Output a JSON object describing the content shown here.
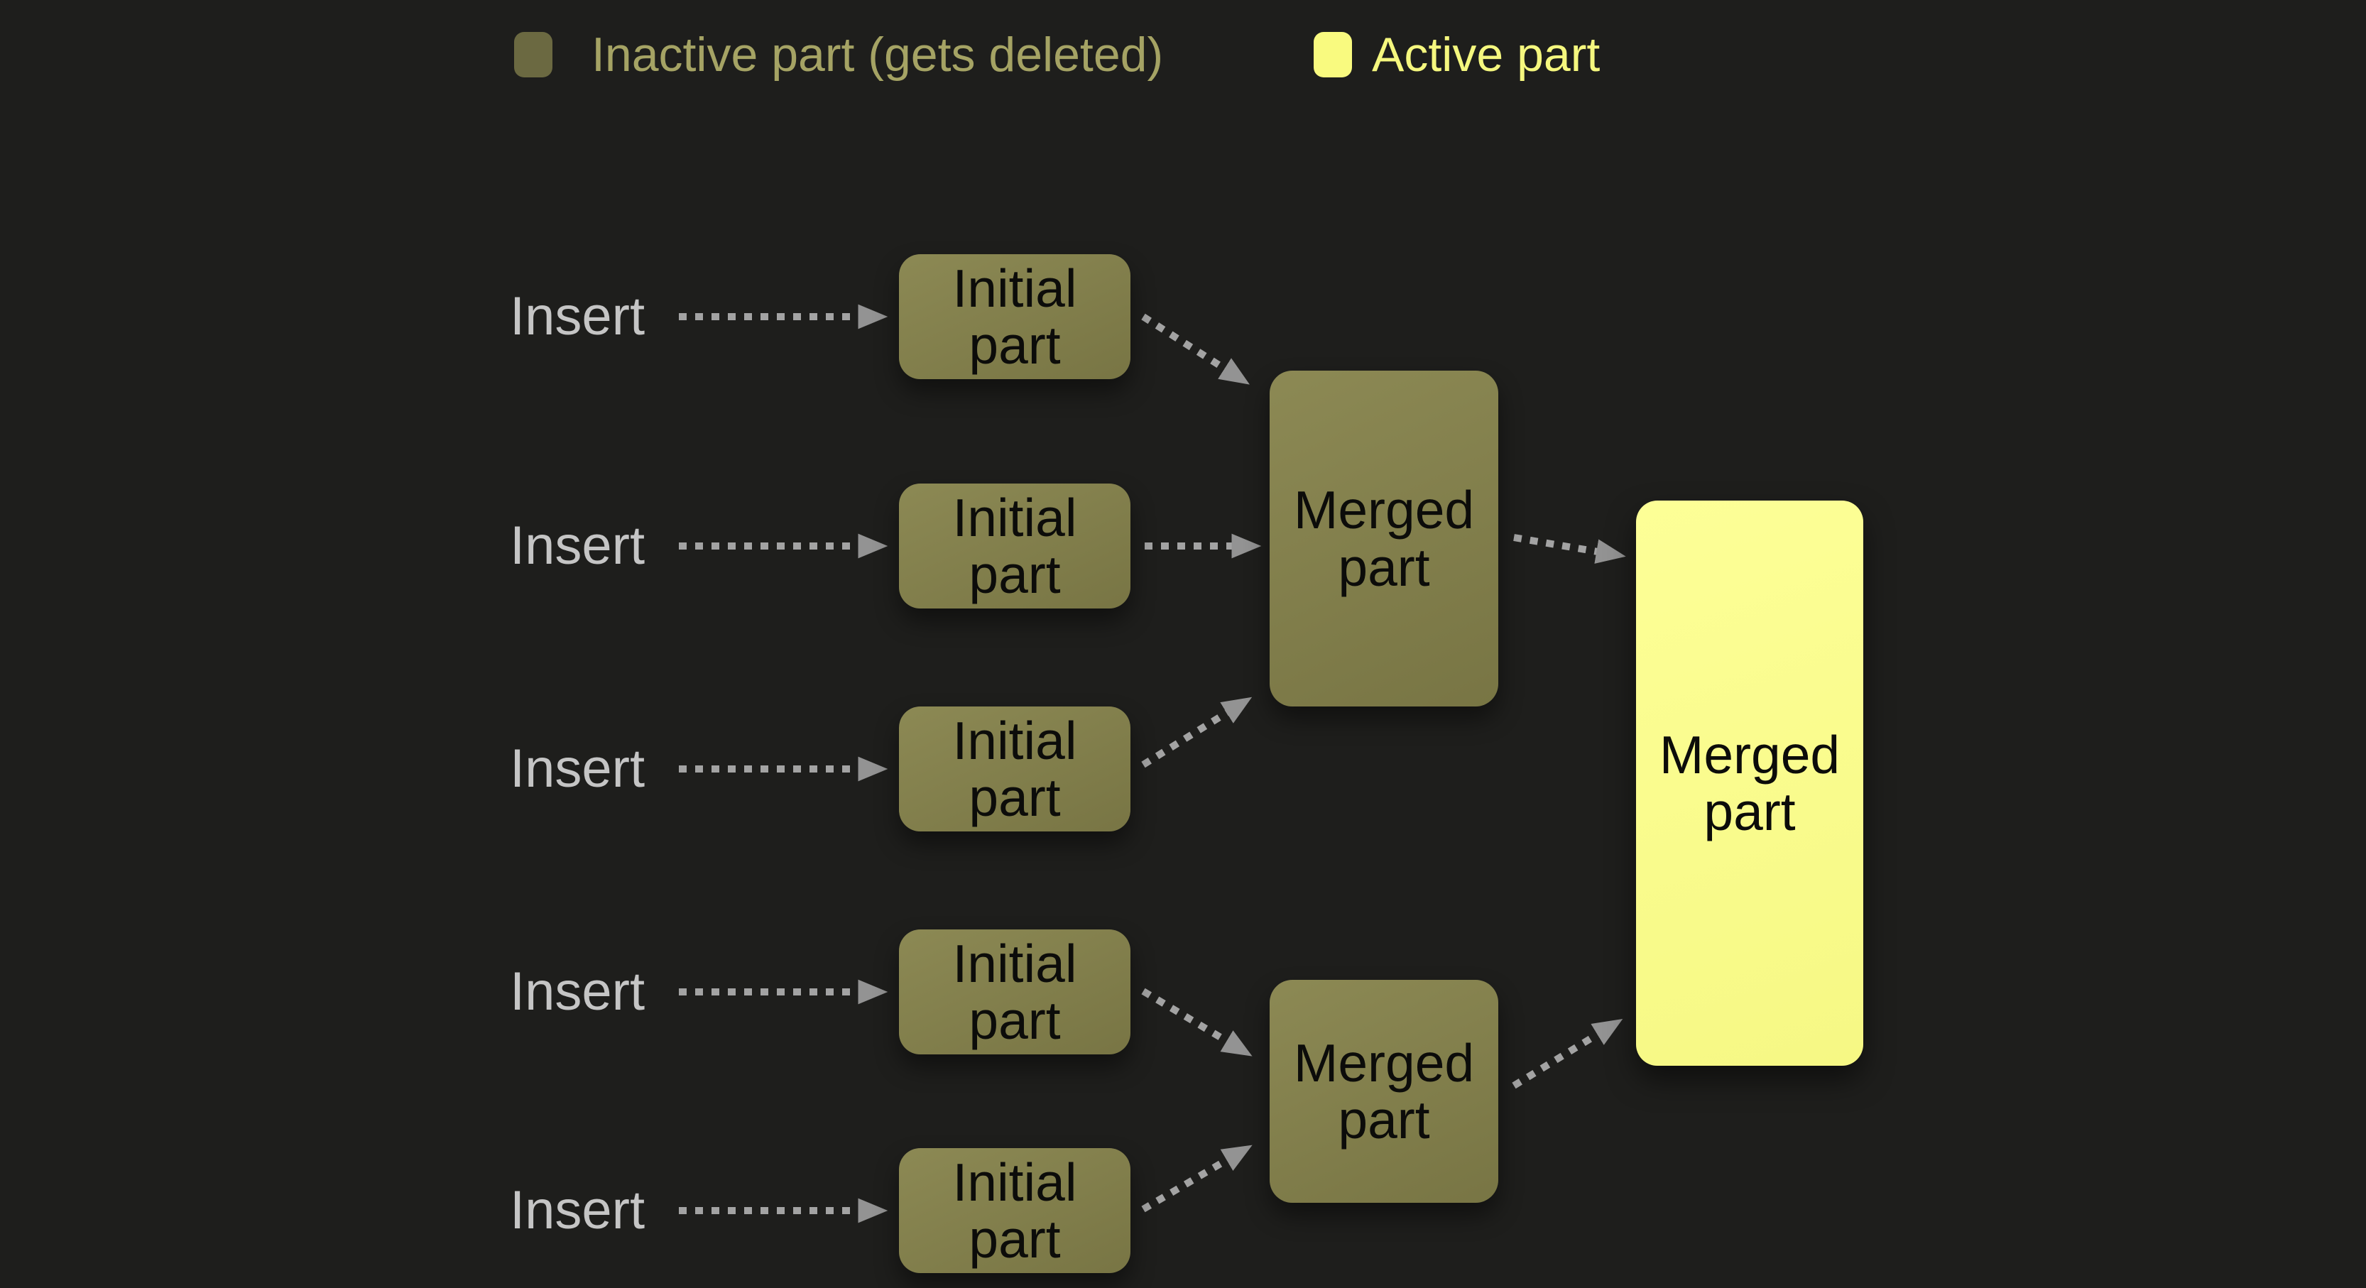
{
  "legend": {
    "inactive_label": "Inactive part (gets deleted)",
    "active_label": "Active part"
  },
  "rows": [
    {
      "insert_label": "Insert",
      "node_label": "Initial part"
    },
    {
      "insert_label": "Insert",
      "node_label": "Initial part"
    },
    {
      "insert_label": "Insert",
      "node_label": "Initial part"
    },
    {
      "insert_label": "Insert",
      "node_label": "Initial part"
    },
    {
      "insert_label": "Insert",
      "node_label": "Initial part"
    }
  ],
  "merge_nodes": [
    {
      "label": "Merged part"
    },
    {
      "label": "Merged part"
    }
  ],
  "final_node": {
    "label": "Merged part"
  },
  "colors": {
    "background": "#1e1e1c",
    "inactive-hi": "#8c8954",
    "inactive-lo": "#787544",
    "active-hi": "#fdff97",
    "active-lo": "#f6f884",
    "legend-inactive-swatch": "#6b6941",
    "legend-active-swatch": "#f9fa7f",
    "legend-inactive-text": "#a5a364",
    "legend-active-text": "#f5f77e",
    "insert-text": "#c5c5c5",
    "node-text": "#0c0c0a",
    "arrow": "#a3a3a3",
    "arrowhead": "#939393"
  }
}
